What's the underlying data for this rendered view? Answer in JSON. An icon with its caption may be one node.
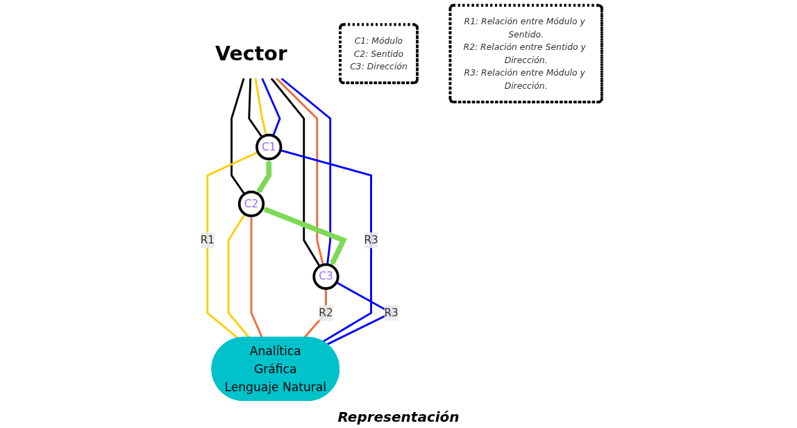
{
  "diagram": {
    "nodes": [
      {
        "text": [
          "Vector"
        ]
      },
      {
        "text": [
          "C1"
        ]
      },
      {
        "text": [
          "C2"
        ]
      },
      {
        "text": [
          "C3"
        ]
      },
      {
        "text": [
          "Analítica",
          "Gráfica",
          "Lenguaje Natural"
        ],
        "beside": [
          "Representación"
        ]
      },
      {
        "text": [
          "C1: Módulo",
          "C2: Sentido",
          "C3: Dirección"
        ]
      },
      {
        "text": [
          "R1: Relación entre Módulo y Sentido.",
          "R2: Relación entre Sentido y Dirección.",
          "R3: Relación entre Módulo y Dirección."
        ]
      }
    ],
    "edges": [
      {
        "from": 0,
        "to": 1,
        "arrow": "none",
        "color": "#000000"
      },
      {
        "from": 0,
        "to": 2,
        "arrow": "none",
        "color": "#000000"
      },
      {
        "from": 0,
        "to": 3,
        "arrow": "none",
        "color": "#000000"
      },
      {
        "from": 0,
        "to": 1,
        "arrow": "none",
        "color": "#ffcc00"
      },
      {
        "from": 1,
        "to": 4,
        "arrow": "none",
        "color": "#ffcc00",
        "label": "R1"
      },
      {
        "from": 2,
        "to": 4,
        "arrow": "none",
        "color": "#ffcc00"
      },
      {
        "from": 0,
        "to": 3,
        "arrow": "none",
        "color": "#f26b3a"
      },
      {
        "from": 2,
        "to": 4,
        "arrow": "none",
        "color": "#f26b3a"
      },
      {
        "from": 3,
        "to": 4,
        "arrow": "none",
        "color": "#f26b3a",
        "label": "R2"
      },
      {
        "from": 0,
        "to": 1,
        "arrow": "none",
        "color": "#0000ff"
      },
      {
        "from": 1,
        "to": 4,
        "arrow": "none",
        "color": "#0000ff",
        "label": "R3"
      },
      {
        "from": 0,
        "to": 3,
        "arrow": "none",
        "color": "#0000ff"
      },
      {
        "from": 3,
        "to": 4,
        "arrow": "none",
        "color": "#0000ff",
        "label": "R3"
      },
      {
        "from": 1,
        "to": 2,
        "arrow": "both",
        "style": "thick",
        "color": "#7ed957"
      },
      {
        "from": 2,
        "to": 3,
        "arrow": "both",
        "style": "thick",
        "color": "#7ed957"
      }
    ]
  }
}
